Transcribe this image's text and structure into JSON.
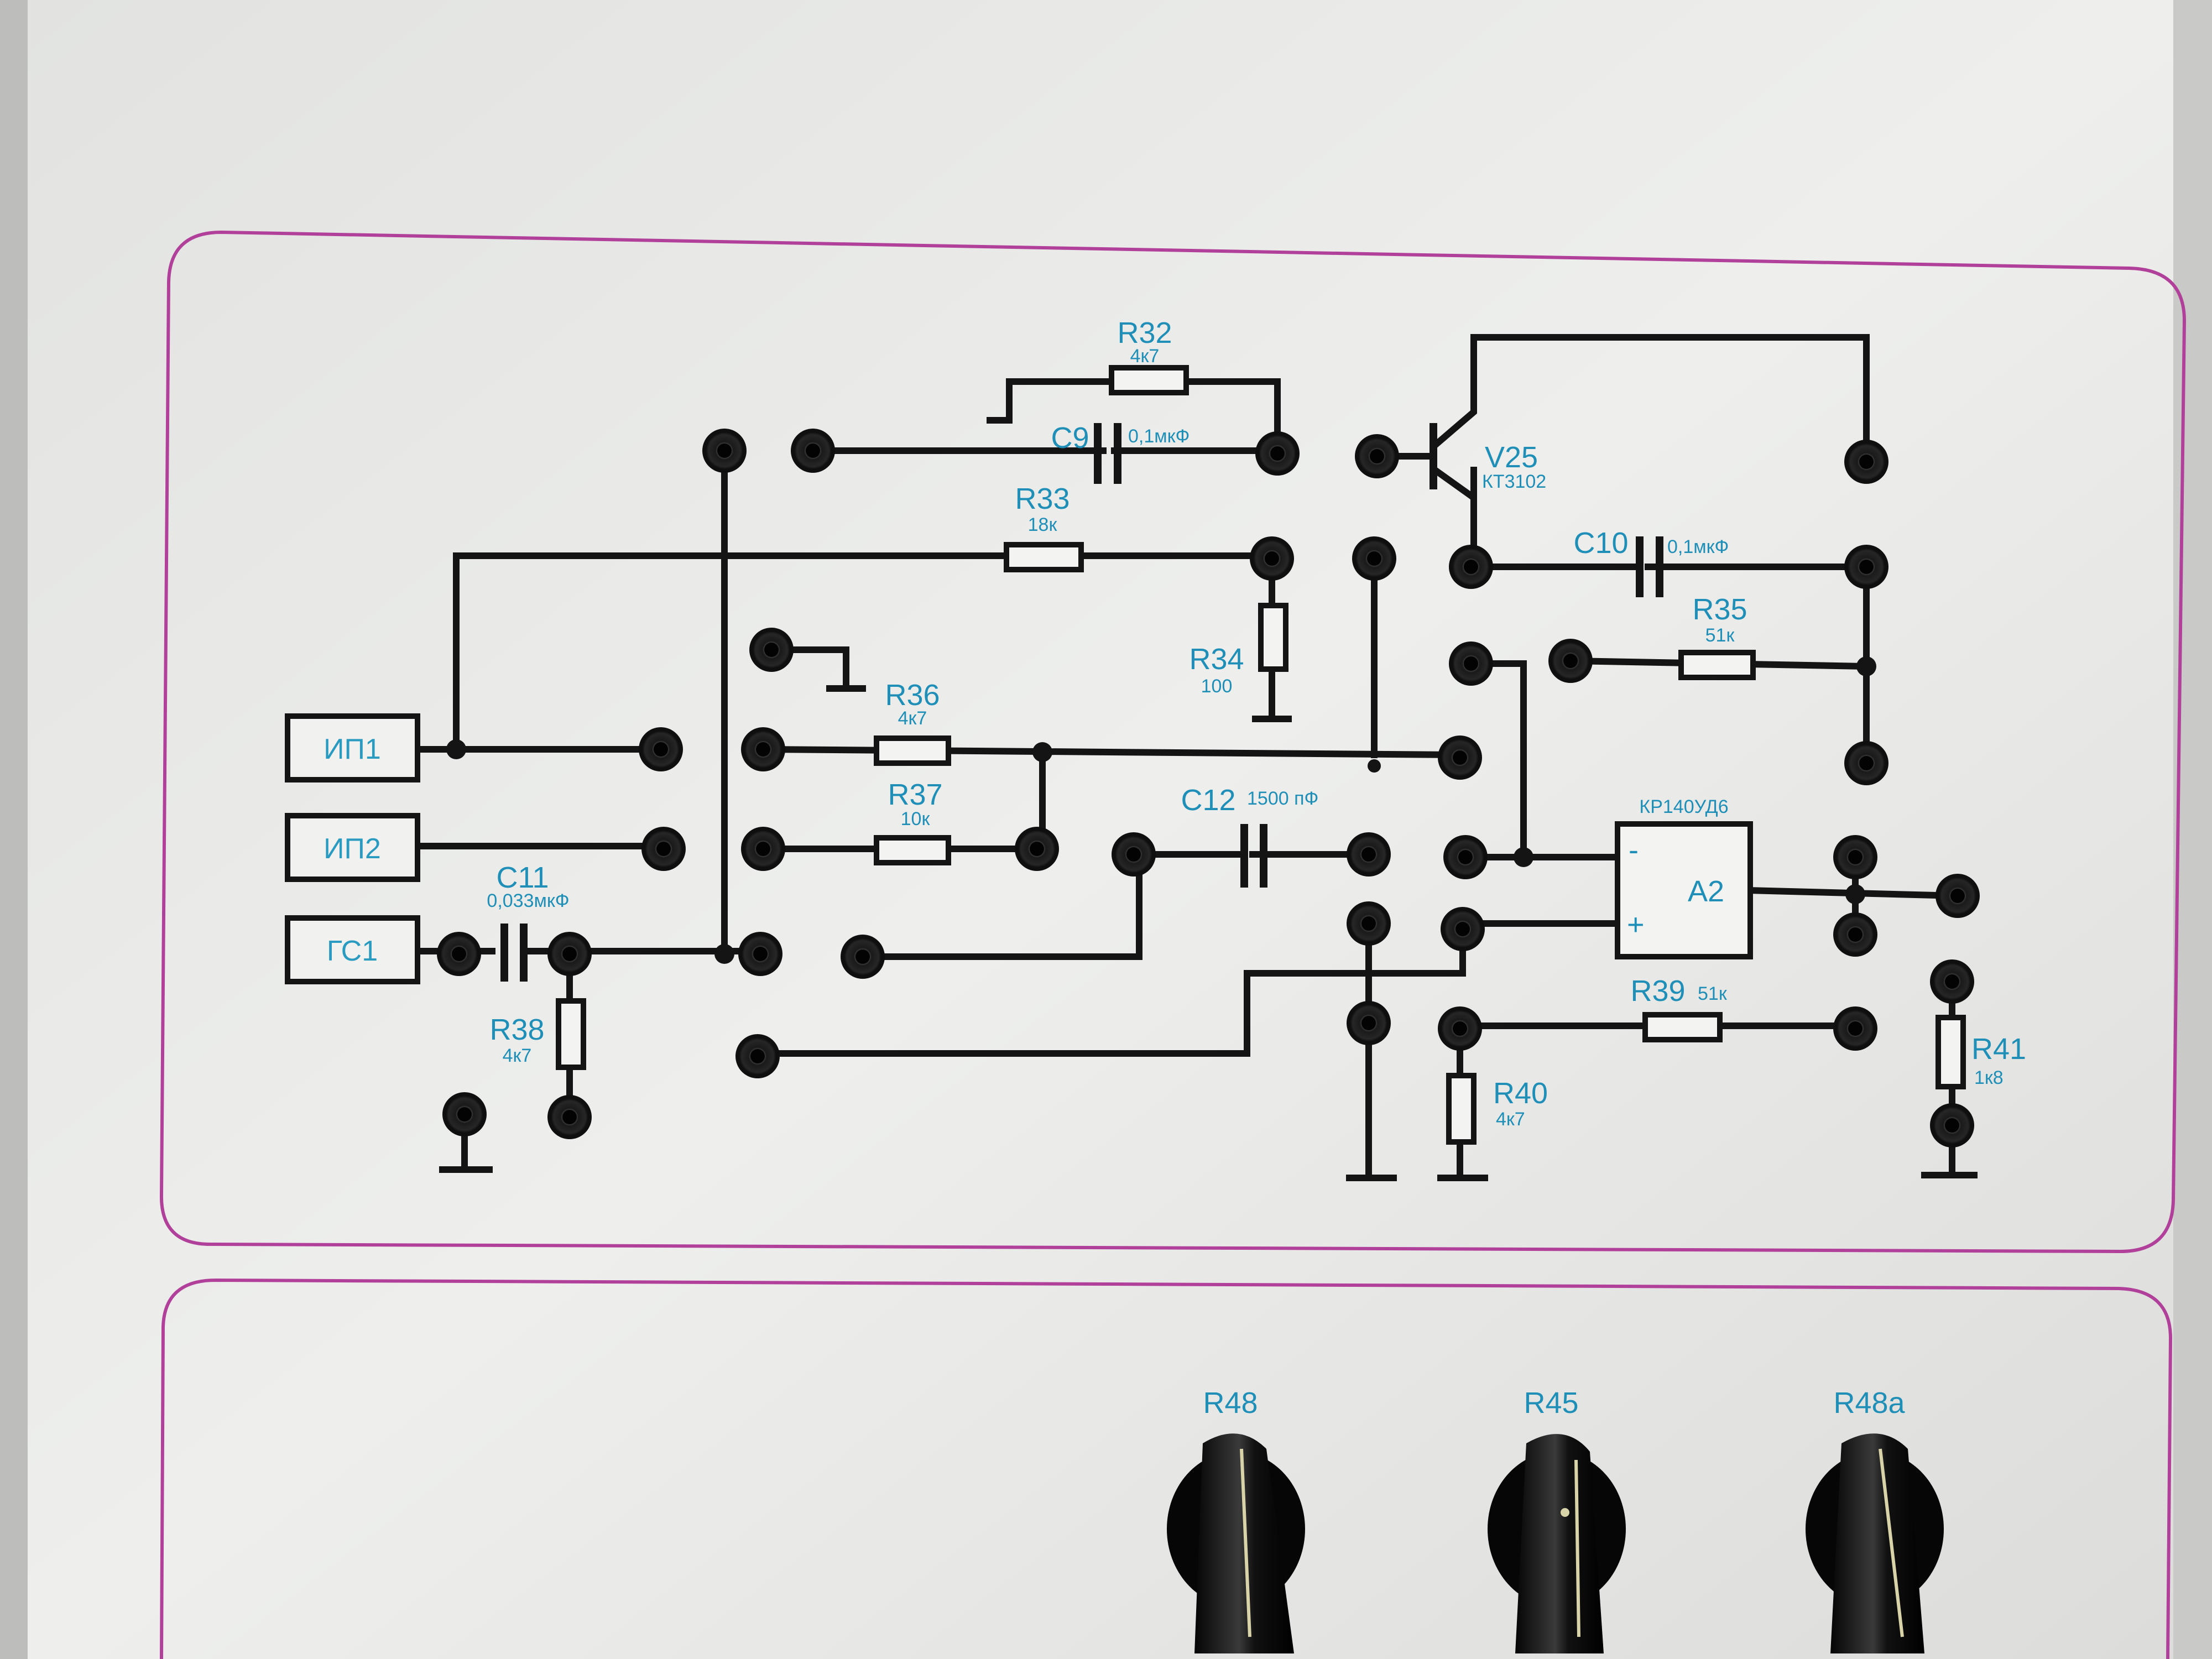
{
  "blocks": {
    "ip1": "ИП1",
    "ip2": "ИП2",
    "gs1": "ГС1"
  },
  "components": {
    "r32": {
      "name": "R32",
      "value": "4к7"
    },
    "c9": {
      "name": "C9",
      "value": "0,1мкФ"
    },
    "v25": {
      "name": "V25",
      "value": "КТ3102"
    },
    "r33": {
      "name": "R33",
      "value": "18к"
    },
    "c10": {
      "name": "C10",
      "value": "0,1мкФ"
    },
    "r35": {
      "name": "R35",
      "value": "51к"
    },
    "r34": {
      "name": "R34",
      "value": "100"
    },
    "r36": {
      "name": "R36",
      "value": "4к7"
    },
    "r37": {
      "name": "R37",
      "value": "10к"
    },
    "c12": {
      "name": "C12",
      "value": "1500 пФ"
    },
    "a2": {
      "name": "A2",
      "type": "КР140УД6",
      "minus": "-",
      "plus": "+"
    },
    "c11": {
      "name": "C11",
      "value": "0,033мкФ"
    },
    "r38": {
      "name": "R38",
      "value": "4к7"
    },
    "r39": {
      "name": "R39",
      "value": "51к"
    },
    "r40": {
      "name": "R40",
      "value": "4к7"
    },
    "r41": {
      "name": "R41",
      "value": "1к8"
    }
  },
  "knobs": [
    "R48",
    "R45",
    "R48a"
  ],
  "colors": {
    "panel": "#eceeed",
    "frame": "#b0409a",
    "label": "#1f8fb8",
    "wire": "#141414"
  }
}
